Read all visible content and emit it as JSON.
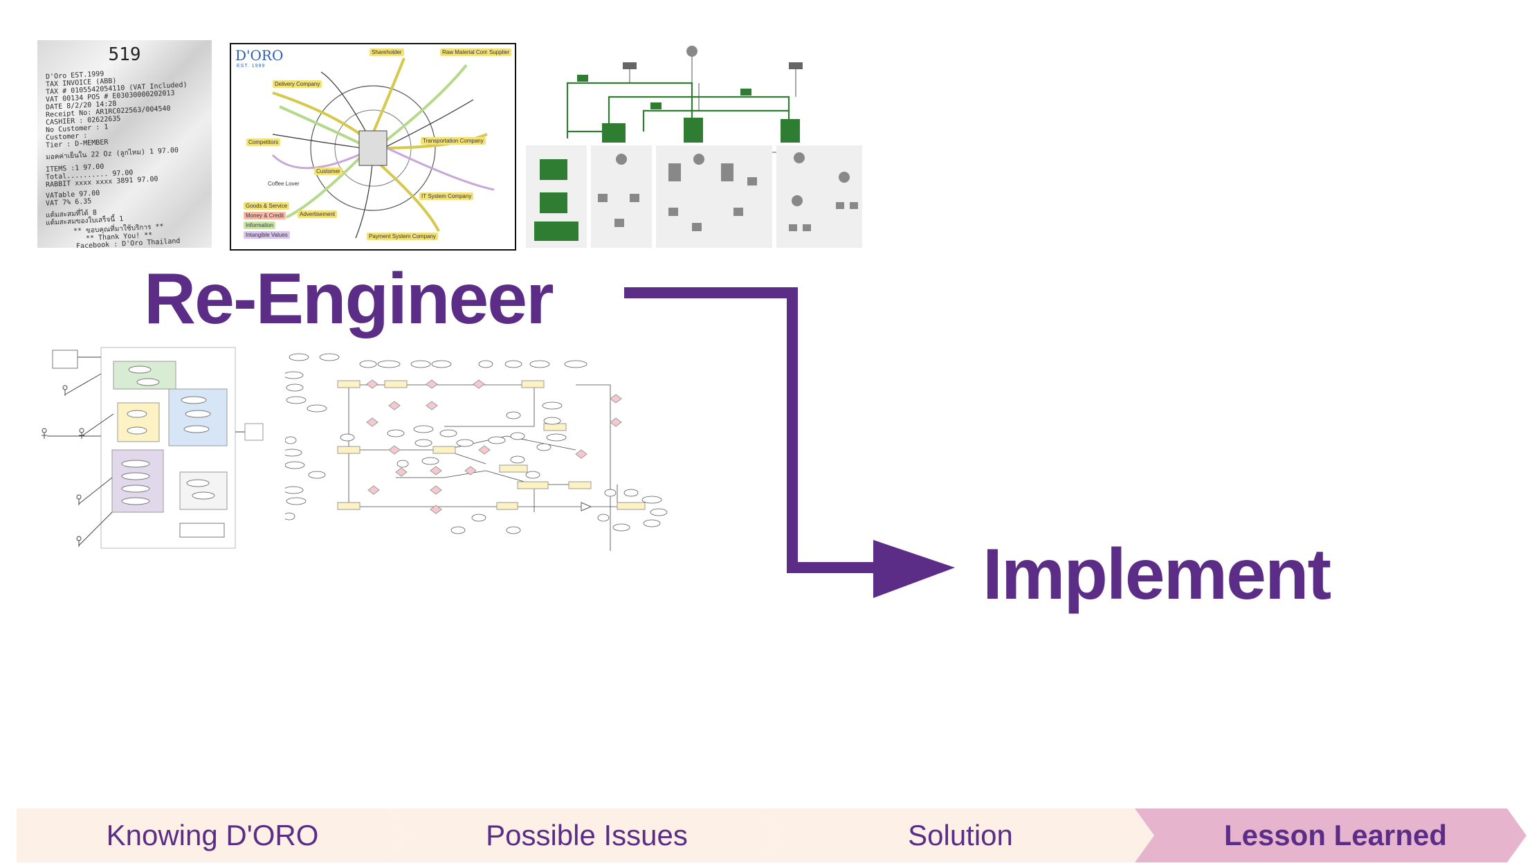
{
  "headings": {
    "reengineer": "Re-Engineer",
    "implement": "Implement"
  },
  "receipt": {
    "number": "519",
    "lines": [
      "D'Oro EST.1999",
      "TAX INVOICE (ABB)",
      "TAX # 0105542054110 (VAT Included)",
      "VAT 00134 POS # E03030000202013",
      "DATE 8/2/20 14:28",
      "Receipt No: AR1RC022563/004540",
      "CASHIER : 02622635",
      "No Customer : 1",
      "Customer :",
      "Tier : D-MEMBER",
      "มอคค่าเย็นใน 22 Oz (ลูกไหม)   1   97.00",
      "ITEMS :1                       97.00",
      "Total..........                97.00",
      "RABBIT xxxx xxxx 3891          97.00",
      "VATable                        97.00",
      "VAT 7%                          6.35",
      "แต้มสะสมที่ได้                      8",
      "แต้มสะสมของใบเสร็จนี้               1",
      "** ขอบคุณที่มาใช้บริการ **",
      "** Thank You! **",
      "Facebook : D'Oro Thailand"
    ]
  },
  "business_map": {
    "brand": "D'ORO",
    "brand_sub": "EST. 1999",
    "tags": [
      "Delivery Company",
      "Shareholder",
      "Raw Material Company",
      "Supplier",
      "Competitors",
      "Coffee Lover",
      "Customer",
      "Transportation Company",
      "IT System Company",
      "Payment System Company",
      "Advertisement",
      "Goods & Service",
      "Money & Credit",
      "Information",
      "Intangible Values"
    ]
  },
  "steps": [
    {
      "label": "Knowing D'ORO",
      "active": false
    },
    {
      "label": "Possible Issues",
      "active": false
    },
    {
      "label": "Solution",
      "active": false
    },
    {
      "label": "Lesson Learned",
      "active": true
    }
  ],
  "colors": {
    "heading": "#5b2d86",
    "step_inactive": "#fdf0e6",
    "step_active": "#e6b4cc",
    "network_green": "#2e7d32"
  }
}
